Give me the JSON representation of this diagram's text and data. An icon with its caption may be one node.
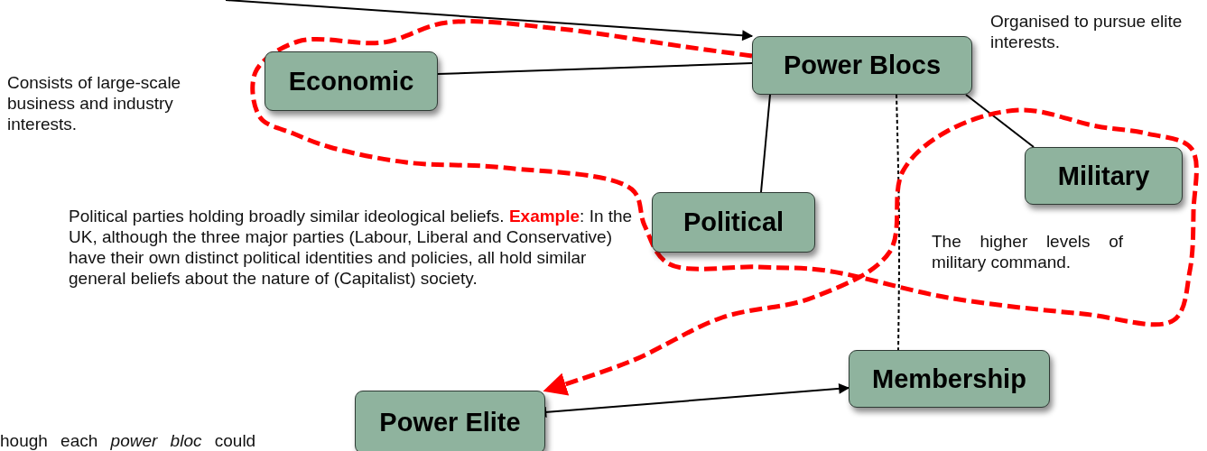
{
  "diagram": {
    "nodes": [
      {
        "text": [
          "Economic"
        ]
      },
      {
        "text": [
          "Power Blocs"
        ],
        "beside": [
          "Organised to pursue elite interests."
        ]
      },
      {
        "text": [
          "Political"
        ],
        "beside": [
          "Political parties holding broadly similar ideological beliefs. **Example**: In the UK, although the three major parties (Labour, Liberal and Conservative) have their own distinct political identities and policies, all hold similar general beliefs about the nature of (Capitalist) society."
        ]
      },
      {
        "text": [
          "Military"
        ],
        "beside": [
          "The higher levels of military command."
        ]
      },
      {
        "text": [
          "Membership"
        ]
      },
      {
        "text": [
          "Power Elite"
        ]
      }
    ],
    "edges": [
      {
        "from": null,
        "to": 1,
        "arrow": "to"
      },
      {
        "from": 0,
        "to": 1,
        "arrow": "none"
      },
      {
        "from": 1,
        "to": 2,
        "arrow": "none"
      },
      {
        "from": 1,
        "to": 3,
        "arrow": "none"
      },
      {
        "from": 1,
        "to": 4,
        "arrow": "none",
        "style": "dashed"
      },
      {
        "from": 5,
        "to": 4,
        "arrow": "both"
      },
      {
        "from": 1,
        "to": 5,
        "arrow": "to",
        "style": "dashed",
        "color": "#ff0000"
      }
    ],
    "labels": [
      "Consists of large-scale business and industry interests.",
      "hough each *power bloc* could"
    ]
  }
}
